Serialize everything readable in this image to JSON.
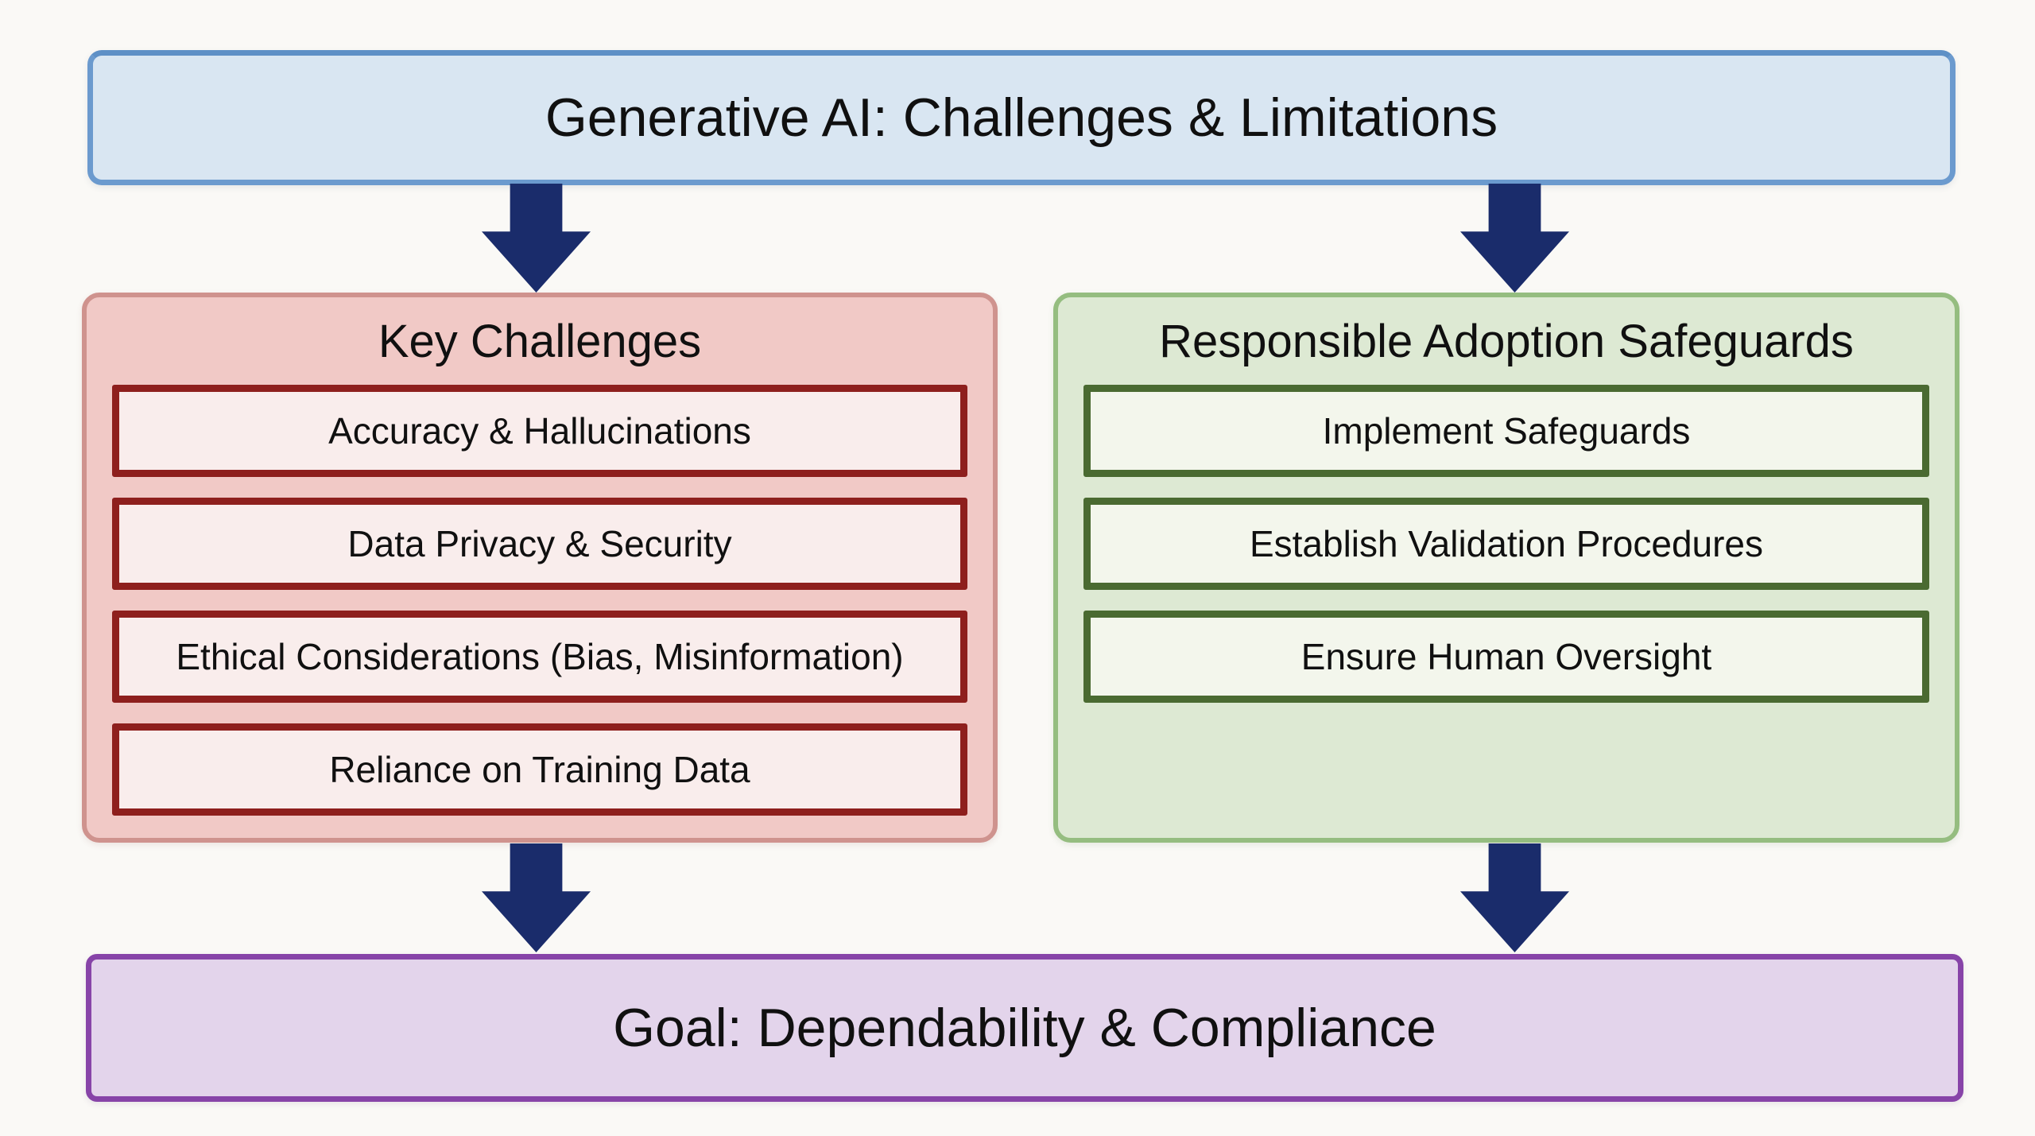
{
  "diagram": {
    "title": "Generative AI: Challenges & Limitations",
    "panels": {
      "left": {
        "heading": "Key Challenges",
        "items": [
          "Accuracy & Hallucinations",
          "Data Privacy & Security",
          "Ethical Considerations (Bias, Misinformation)",
          "Reliance on Training Data"
        ]
      },
      "right": {
        "heading": "Responsible Adoption Safeguards",
        "items": [
          "Implement Safeguards",
          "Establish Validation Procedures",
          "Ensure Human Oversight"
        ]
      }
    },
    "goal": "Goal: Dependability & Compliance",
    "colors": {
      "background": "#faf9f6",
      "title_fill": "#d9e6f2",
      "title_border": "#6b9ace",
      "challenges_fill": "#f1c9c6",
      "challenges_border": "#cf938e",
      "challenge_item_fill": "#f9edec",
      "challenge_item_border": "#8e1f1d",
      "safeguards_fill": "#dde9d3",
      "safeguards_border": "#95bd80",
      "safeguard_item_fill": "#f3f6ec",
      "safeguard_item_border": "#4a6a31",
      "goal_fill": "#e3d4eb",
      "goal_border": "#8744a8",
      "arrow": "#1a2c6b",
      "text": "#101010"
    }
  }
}
